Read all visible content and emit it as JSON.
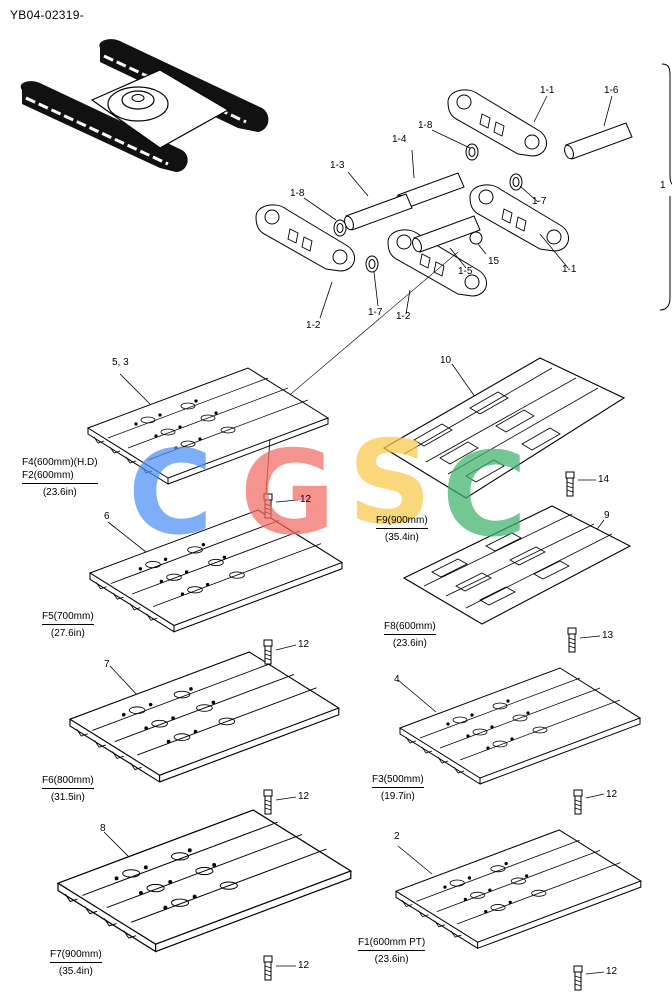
{
  "header": {
    "code": "YB04-02319-"
  },
  "watermark": {
    "letters": [
      "C",
      "G",
      "S",
      "C"
    ],
    "colors": [
      "#4f8ff7",
      "#f26b63",
      "#f7c948",
      "#3db26a"
    ]
  },
  "callouts": {
    "c1_1a": "1-1",
    "c1_6": "1-6",
    "c1_8a": "1-8",
    "c1_4": "1-4",
    "c1_3": "1-3",
    "c1_8b": "1-8",
    "c1_7a": "1-7",
    "c1_7b": "1-7",
    "c1_2a": "1-2",
    "c1_2b": "1-2",
    "c1_5": "1-5",
    "c15": "15",
    "c1_1b": "1-1",
    "brace_1": "1",
    "c53": "5, 3",
    "c10": "10",
    "c12a": "12",
    "c14": "14",
    "c6": "6",
    "c9": "9",
    "c12b": "12",
    "c13": "13",
    "c7": "7",
    "c4": "4",
    "c12c": "12",
    "c12d": "12",
    "c8": "8",
    "c2": "2",
    "c12e": "12",
    "c12f": "12"
  },
  "captions": {
    "f4_l1": "F4(600mm)(H.D)",
    "f4_l2": "F2(600mm)",
    "f4_l3": "(23.6in)",
    "f9_l1": "F9(900mm)",
    "f9_l2": "(35.4in)",
    "f5_l1": "F5(700mm)",
    "f5_l2": "(27.6in)",
    "f8_l1": "F8(600mm)",
    "f8_l2": "(23.6in)",
    "f6_l1": "F6(800mm)",
    "f6_l2": "(31.5in)",
    "f3_l1": "F3(500mm)",
    "f3_l2": "(19.7in)",
    "f7_l1": "F7(900mm)",
    "f7_l2": "(35.4in)",
    "f1_l1": "F1(600mm PT)",
    "f1_l2": "(23.6in)"
  }
}
